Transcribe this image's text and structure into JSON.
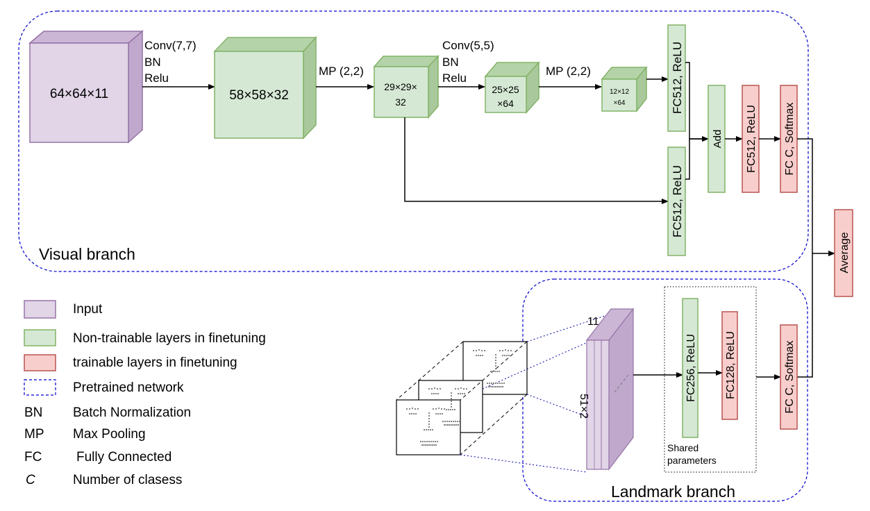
{
  "colors": {
    "input_fill": "#e1d5e7",
    "input_stroke": "#9673a6",
    "green_fill": "#d5e8d4",
    "green_stroke": "#82b366",
    "red_fill": "#f8cecc",
    "red_stroke": "#b85450",
    "frame_stroke": "#0000cc"
  },
  "visual_branch": {
    "title": "Visual branch",
    "input_block": "64×64×11",
    "conv1_label": [
      "Conv(7,7)",
      "BN",
      "Relu"
    ],
    "block1": "58×58×32",
    "mp1_label": "MP (2,2)",
    "block2": [
      "29×29×",
      "32"
    ],
    "conv2_label": [
      "Conv(5,5)",
      "BN",
      "Relu"
    ],
    "block3": [
      "25×25",
      "×64"
    ],
    "mp2_label": "MP (2,2)",
    "block4": [
      "12×12",
      "×64"
    ],
    "fc_top": "FC512, ReLU",
    "fc_bottom": "FC512, ReLU",
    "add": "Add",
    "fc_trainable": "FC512, ReLU",
    "fc_softmax": "FC C, Softmax"
  },
  "landmark_branch": {
    "title": "Landmark branch",
    "stack_depth": "11",
    "stack_height": "51×2",
    "fc256": "FC256, ReLU",
    "fc128": "FC128, ReLU",
    "shared_label": [
      "Shared",
      "parameters"
    ],
    "fc_softmax": "FC C, Softmax"
  },
  "average": "Average",
  "legend": {
    "items": [
      {
        "swatch": "input",
        "label": "Input"
      },
      {
        "swatch": "green",
        "label": "Non-trainable layers in finetuning"
      },
      {
        "swatch": "red",
        "label": "trainable layers in finetuning"
      },
      {
        "swatch": "dashed",
        "label": "Pretrained network"
      }
    ],
    "abbreviations": [
      {
        "abbr": "BN",
        "meaning": "Batch Normalization"
      },
      {
        "abbr": "MP",
        "meaning": "Max Pooling"
      },
      {
        "abbr": "FC",
        "meaning": "Fully Connected"
      },
      {
        "abbr": "C",
        "meaning": "Number of clasess"
      }
    ]
  }
}
